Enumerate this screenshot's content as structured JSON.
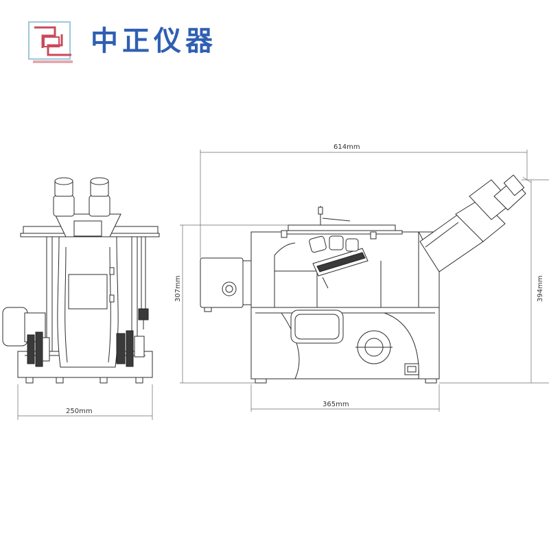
{
  "brand": {
    "name": "中正仪器",
    "logo_color": "#c94a5a",
    "text_color": "#2f5fb3"
  },
  "dimensions": {
    "front_width": "250mm",
    "side_base_length": "365mm",
    "total_length": "614mm",
    "stage_height": "307mm",
    "total_height": "394mm"
  }
}
